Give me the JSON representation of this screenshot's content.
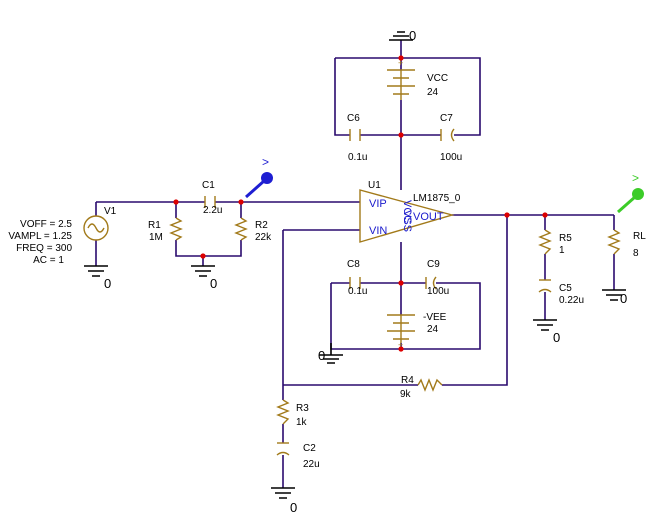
{
  "components": {
    "v1": {
      "ref": "V1",
      "voff": "VOFF = 2.5",
      "vampl": "VAMPL = 1.25",
      "freq": "FREQ = 300",
      "ac": "AC = 1"
    },
    "r1": {
      "ref": "R1",
      "value": "1M"
    },
    "r2": {
      "ref": "R2",
      "value": "22k"
    },
    "c1": {
      "ref": "C1",
      "value": "2.2u"
    },
    "u1": {
      "ref": "U1",
      "part": "LM1875_0",
      "pin_vip": "VIP",
      "pin_vin": "VIN",
      "pin_vout": "VOUT",
      "pin_vcc": "VCC",
      "pin_vss": "VSS"
    },
    "vcc": {
      "ref": "VCC",
      "value": "24"
    },
    "vee": {
      "ref": "-VEE",
      "value": "24"
    },
    "c6": {
      "ref": "C6",
      "value": "0.1u"
    },
    "c7": {
      "ref": "C7",
      "value": "100u"
    },
    "c8": {
      "ref": "C8",
      "value": "0.1u"
    },
    "c9": {
      "ref": "C9",
      "value": "100u"
    },
    "r5": {
      "ref": "R5",
      "value": "1"
    },
    "c5": {
      "ref": "C5",
      "value": "0.22u"
    },
    "rl": {
      "ref": "RL",
      "value": "8"
    },
    "r4": {
      "ref": "R4",
      "value": "9k"
    },
    "r3": {
      "ref": "R3",
      "value": "1k"
    },
    "c2": {
      "ref": "C2",
      "value": "22u"
    }
  },
  "ground_label": "0",
  "probes": {
    "input_probe_label": ">",
    "output_probe_label": ">",
    "input_color": "#1e1ed2",
    "output_color": "#3ccc28"
  },
  "colors": {
    "wire": "#2a0a6e",
    "component": "#a27a1a",
    "junction": "#dd0000",
    "pin_label": "#1a1acc"
  }
}
